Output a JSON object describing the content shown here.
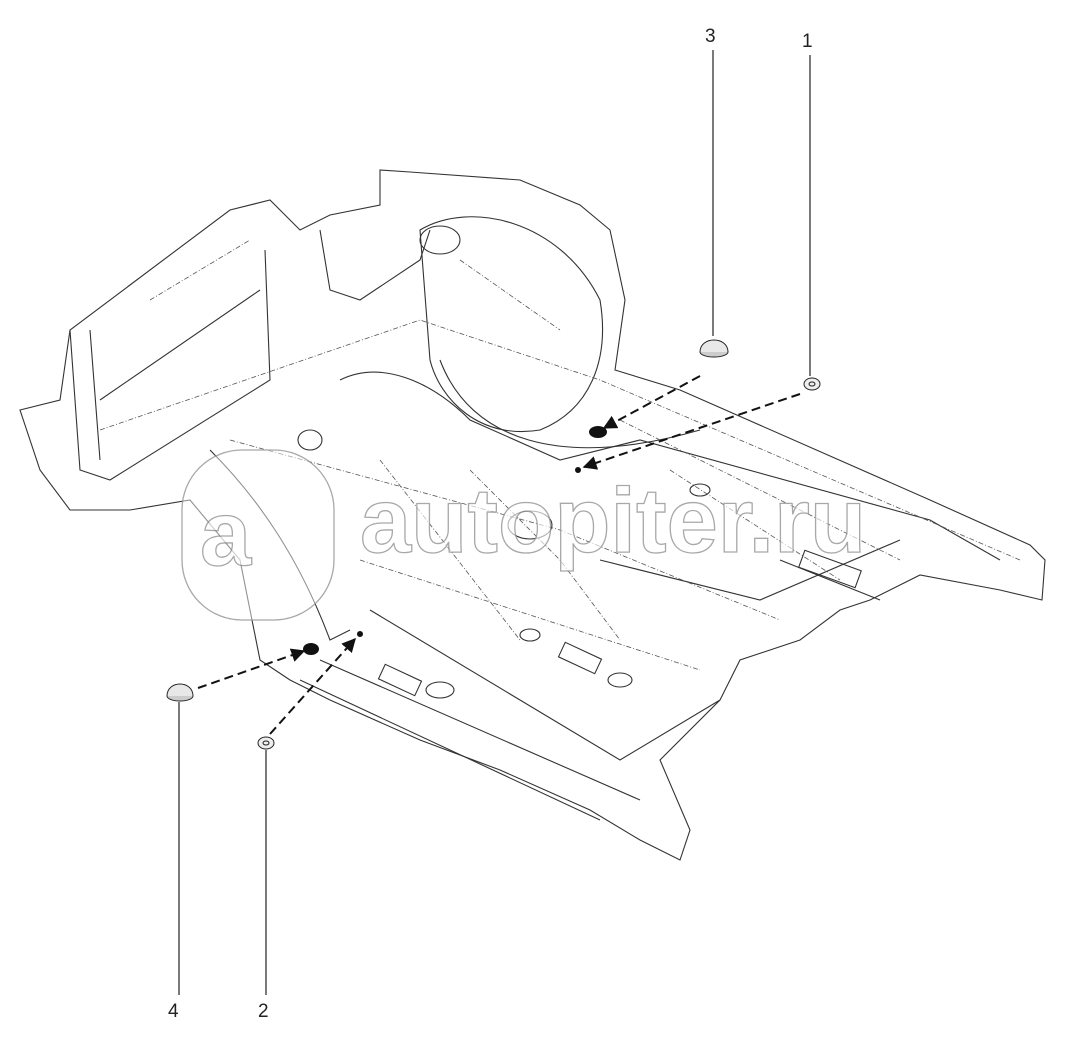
{
  "diagram": {
    "callouts": [
      {
        "id": "1",
        "label": "1"
      },
      {
        "id": "2",
        "label": "2"
      },
      {
        "id": "3",
        "label": "3"
      },
      {
        "id": "4",
        "label": "4"
      }
    ],
    "watermark": {
      "text": "autopiter.ru",
      "logo_letter": "a"
    }
  }
}
